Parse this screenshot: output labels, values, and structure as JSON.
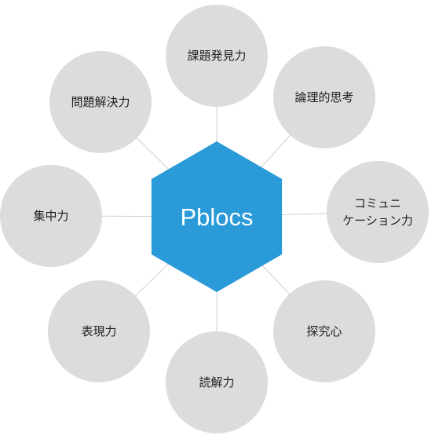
{
  "hub": {
    "label": "Pblocs",
    "color": "#2a9ad8"
  },
  "node_color": "#dcdcdc",
  "line_color": "#cfcfcf",
  "nodes": [
    {
      "lines": [
        "課題発見力"
      ]
    },
    {
      "lines": [
        "論理的思考"
      ]
    },
    {
      "lines": [
        "コミュニ",
        "ケーション力"
      ]
    },
    {
      "lines": [
        "探究心"
      ]
    },
    {
      "lines": [
        "読解力"
      ]
    },
    {
      "lines": [
        "表現力"
      ]
    },
    {
      "lines": [
        "集中力"
      ]
    },
    {
      "lines": [
        "問題解決力"
      ]
    }
  ]
}
